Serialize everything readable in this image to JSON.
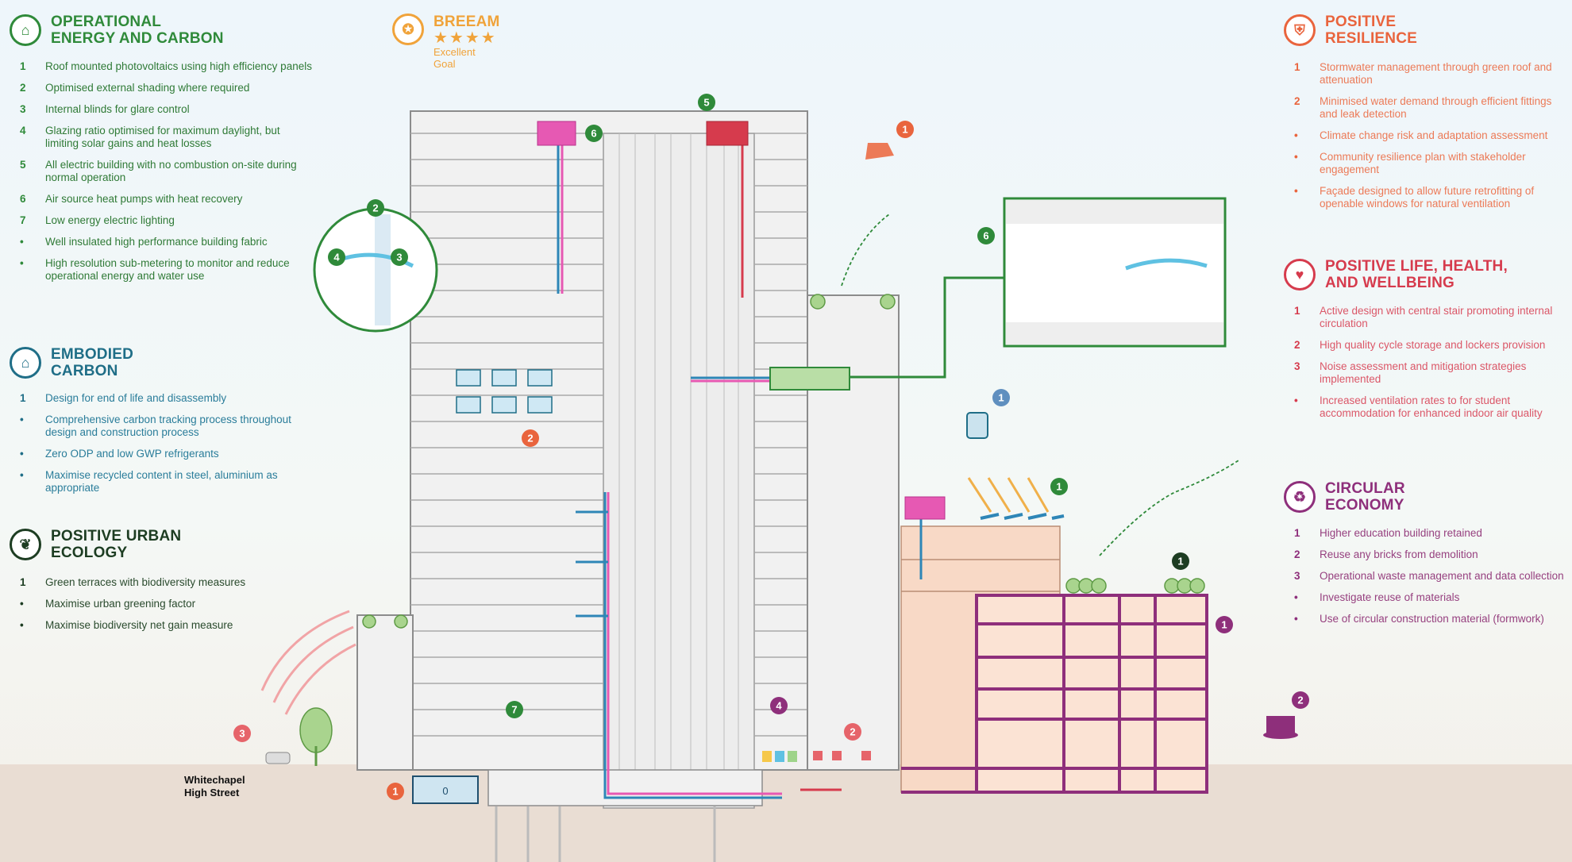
{
  "operational": {
    "title": "OPERATIONAL\nENERGY AND CARBON",
    "items": [
      {
        "n": "1",
        "t": "Roof mounted photovoltaics using high efficiency panels"
      },
      {
        "n": "2",
        "t": "Optimised external shading where required"
      },
      {
        "n": "3",
        "t": "Internal blinds for glare control"
      },
      {
        "n": "4",
        "t": "Glazing ratio optimised for maximum daylight, but limiting solar gains and heat losses"
      },
      {
        "n": "5",
        "t": "All electric building with no combustion on-site during normal operation"
      },
      {
        "n": "6",
        "t": "Air source heat pumps with heat recovery"
      },
      {
        "n": "7",
        "t": "Low energy electric lighting"
      },
      {
        "n": "•",
        "t": "Well insulated high performance building fabric"
      },
      {
        "n": "•",
        "t": "High resolution sub-metering to monitor and reduce operational energy and water use"
      }
    ]
  },
  "embodied": {
    "title": "EMBODIED\nCARBON",
    "items": [
      {
        "n": "1",
        "t": "Design for end of life and disassembly"
      },
      {
        "n": "•",
        "t": "Comprehensive carbon tracking process throughout design and construction process"
      },
      {
        "n": "•",
        "t": "Zero ODP and low GWP refrigerants"
      },
      {
        "n": "•",
        "t": "Maximise recycled content in steel, aluminium as appropriate"
      }
    ]
  },
  "urban": {
    "title": "POSITIVE URBAN\nECOLOGY",
    "items": [
      {
        "n": "1",
        "t": "Green terraces with biodiversity measures"
      },
      {
        "n": "•",
        "t": "Maximise urban greening factor"
      },
      {
        "n": "•",
        "t": "Maximise biodiversity net gain measure"
      }
    ]
  },
  "breeam": {
    "title": "BREEAM",
    "stars": "★★★★",
    "rating": "Excellent",
    "goal": "Goal"
  },
  "resilience": {
    "title": "POSITIVE\nRESILIENCE",
    "items": [
      {
        "n": "1",
        "t": "Stormwater management through green roof and attenuation"
      },
      {
        "n": "2",
        "t": "Minimised water demand through efficient fittings and leak detection"
      },
      {
        "n": "•",
        "t": "Climate change risk and adaptation assessment"
      },
      {
        "n": "•",
        "t": "Community resilience plan with stakeholder engagement"
      },
      {
        "n": "•",
        "t": "Façade designed to allow future retrofitting of openable windows for natural ventilation"
      }
    ]
  },
  "wellbeing": {
    "title": "POSITIVE LIFE, HEALTH,\nAND WELLBEING",
    "items": [
      {
        "n": "1",
        "t": "Active design with central stair promoting internal circulation"
      },
      {
        "n": "2",
        "t": "High quality cycle storage and lockers provision"
      },
      {
        "n": "3",
        "t": "Noise assessment and mitigation strategies implemented"
      },
      {
        "n": "•",
        "t": "Increased ventilation rates to for student accommodation for enhanced indoor air quality"
      }
    ]
  },
  "circular": {
    "title": "CIRCULAR\nECONOMY",
    "items": [
      {
        "n": "1",
        "t": "Higher education building retained"
      },
      {
        "n": "2",
        "t": "Reuse any bricks from demolition"
      },
      {
        "n": "3",
        "t": "Operational waste management and data collection"
      },
      {
        "n": "•",
        "t": "Investigate reuse of materials"
      },
      {
        "n": "•",
        "t": "Use of circular construction material (formwork)"
      }
    ]
  },
  "street": "Whitechapel\nHigh Street",
  "markers": [
    {
      "id": "m-og5",
      "label": "5"
    },
    {
      "id": "m-og6a",
      "label": "6"
    },
    {
      "id": "m-or1a",
      "label": "1"
    },
    {
      "id": "m-og2",
      "label": "2"
    },
    {
      "id": "m-og3",
      "label": "3"
    },
    {
      "id": "m-og4",
      "label": "4"
    },
    {
      "id": "m-og6b",
      "label": "6"
    },
    {
      "id": "m-or2",
      "label": "2"
    },
    {
      "id": "m-tl1",
      "label": "1"
    },
    {
      "id": "m-ug1",
      "label": "1"
    },
    {
      "id": "m-dk1",
      "label": "1"
    },
    {
      "id": "m-pu1",
      "label": "1"
    },
    {
      "id": "m-pu2",
      "label": "2"
    },
    {
      "id": "m-pu4",
      "label": "4"
    },
    {
      "id": "m-og7",
      "label": "7"
    },
    {
      "id": "m-re2",
      "label": "2"
    },
    {
      "id": "m-re3",
      "label": "3"
    },
    {
      "id": "m-or1b",
      "label": "1"
    }
  ],
  "meter_label": "0",
  "colors": {
    "green": "#2f8a3a",
    "teal": "#1f6e87",
    "orange": "#e9643d",
    "red": "#d63b4d",
    "purple": "#8e2f7b",
    "gold": "#f0a33a",
    "dark": "#1d3d22"
  }
}
